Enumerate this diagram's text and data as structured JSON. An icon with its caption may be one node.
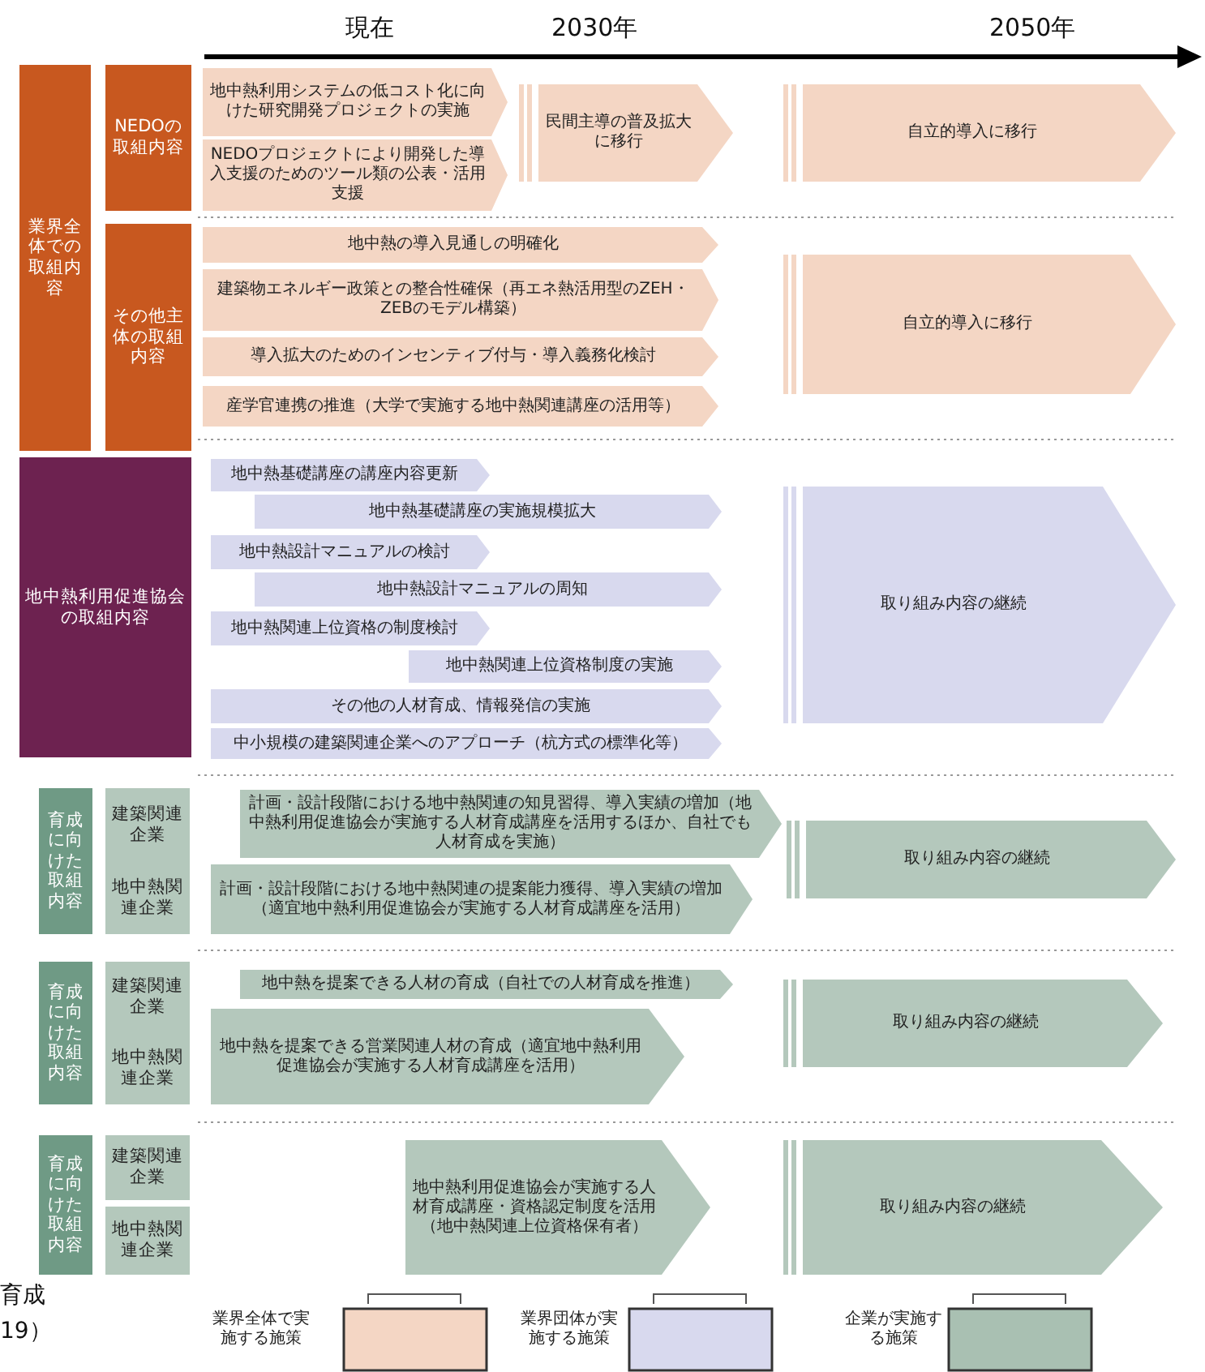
{
  "diagram": {
    "nodes": [
      {
        "text": [
          "業界全体での取組内容"
        ]
      },
      {
        "text": [
          "NEDOの取組内容"
        ]
      },
      {
        "text": [
          "地中熱利用システムの低コスト化に向けた研究開発プロジェクトの実施"
        ]
      },
      {
        "text": [
          "NEDOプロジェクトにより開発した導入支援のためのツール類の公表・活用支援"
        ]
      },
      {
        "text": [
          "民間主導の普及拡大に移行"
        ]
      },
      {
        "text": [
          "自立的導入に移行"
        ]
      },
      {
        "text": [
          "その他主体の取組内容"
        ]
      },
      {
        "text": [
          "地中熱の導入見通しの明確化"
        ]
      },
      {
        "text": [
          "建築物エネルギー政策との整合性確保（再エネ熱活用型のZEH・ZEBのモデル構築）"
        ]
      },
      {
        "text": [
          "導入拡大のためのインセンティブ付与・導入義務化検討"
        ]
      },
      {
        "text": [
          "産学官連携の推進（大学で実施する地中熱関連講座の活用等）"
        ]
      },
      {
        "text": [
          "自立的導入に移行"
        ]
      },
      {
        "text": [
          "地中熱利用促進協会の取組内容"
        ]
      },
      {
        "text": [
          "地中熱基礎講座の講座内容更新"
        ]
      },
      {
        "text": [
          "地中熱基礎講座の実施規模拡大"
        ]
      },
      {
        "text": [
          "地中熱設計マニュアルの検討"
        ]
      },
      {
        "text": [
          "地中熱設計マニュアルの周知"
        ]
      },
      {
        "text": [
          "地中熱関連上位資格の制度検討"
        ]
      },
      {
        "text": [
          "地中熱関連上位資格制度の実施"
        ]
      },
      {
        "text": [
          "その他の人材育成、情報発信の実施"
        ]
      },
      {
        "text": [
          "中小規模の建築関連企業へのアプローチ（杭方式の標準化等）"
        ]
      },
      {
        "text": [
          "取り組み内容の継続"
        ]
      },
      {
        "text": [
          "育成に向けた取組内容"
        ]
      },
      {
        "text": [
          "建築関連企業",
          "地中熱関連企業"
        ]
      },
      {
        "text": [
          "計画・設計段階における地中熱関連の知見習得、導入実績の増加（地中熱利用促進協会が実施する人材育成講座を活用するほか、自社でも人材育成を実施）"
        ]
      },
      {
        "text": [
          "計画・設計段階における地中熱関連の提案能力獲得、導入実績の増加（適宜地中熱利用促進協会が実施する人材育成講座を活用）"
        ]
      },
      {
        "text": [
          "取り組み内容の継続"
        ]
      },
      {
        "text": [
          "育成に向けた取組内容"
        ]
      },
      {
        "text": [
          "建築関連企業",
          "地中熱関連企業"
        ]
      },
      {
        "text": [
          "地中熱を提案できる人材の育成（自社での人材育成を推進）"
        ]
      },
      {
        "text": [
          "地中熱を提案できる営業関連人材の育成（適宜地中熱利用促進協会が実施する人材育成講座を活用）"
        ]
      },
      {
        "text": [
          "取り組み内容の継続"
        ]
      },
      {
        "text": [
          "育成に向けた取組内容"
        ]
      },
      {
        "text": [
          "建築関連企業"
        ]
      },
      {
        "text": [
          "地中熱関連企業"
        ]
      },
      {
        "text": [
          "地中熱利用促進協会が実施する人材育成講座・資格認定制度を活用（地中熱関連上位資格保有者）"
        ]
      },
      {
        "text": [
          "取り組み内容の継続"
        ]
      }
    ],
    "labels": [
      "現在",
      "2030年",
      "2050年",
      "育成",
      "19）"
    ],
    "legend": [
      {
        "text": "業界全体で実施する施策",
        "color": "#f4d6c4"
      },
      {
        "text": "業界団体が実施する施策",
        "color": "#d8d9ee"
      },
      {
        "text": "企業が実施する施策",
        "color": "#a9c0b2"
      }
    ]
  }
}
